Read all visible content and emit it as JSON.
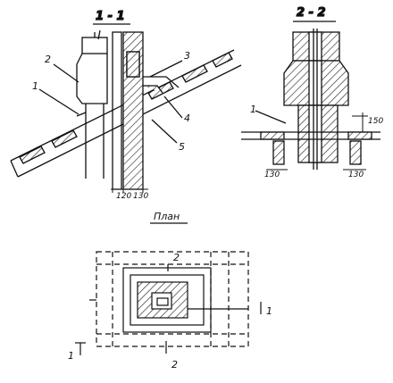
{
  "sections": {
    "s11": "1 - 1",
    "s22": "2 - 2",
    "plan": "План"
  },
  "callouts": {
    "c1": "1",
    "c2": "2",
    "c3": "3",
    "c4": "4",
    "c5": "5",
    "c1b": "1"
  },
  "dims": {
    "d120": "120",
    "d130a": "130",
    "d150": "150",
    "d130b": "130",
    "d130c": "130"
  },
  "cuts": {
    "top2": "2",
    "bottom2": "2",
    "right1": "1",
    "left1": "1"
  }
}
